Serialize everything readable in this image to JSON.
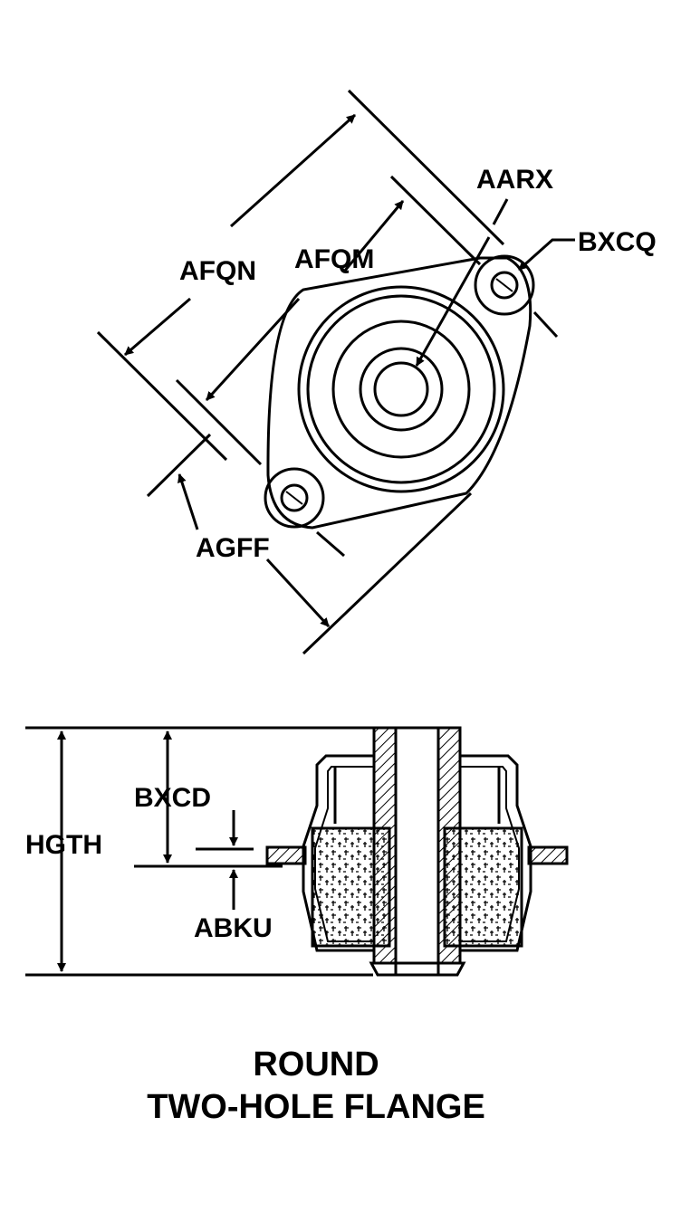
{
  "top_view": {
    "labels": {
      "afqn": "AFQN",
      "afqm": "AFQM",
      "aarx": "AARX",
      "bxcq": "BXCQ",
      "agff": "AGFF"
    }
  },
  "side_view": {
    "labels": {
      "hgth": "HGTH",
      "bxcd": "BXCD",
      "abku": "ABKU"
    }
  },
  "caption": {
    "line1": "ROUND",
    "line2": "TWO-HOLE FLANGE"
  }
}
